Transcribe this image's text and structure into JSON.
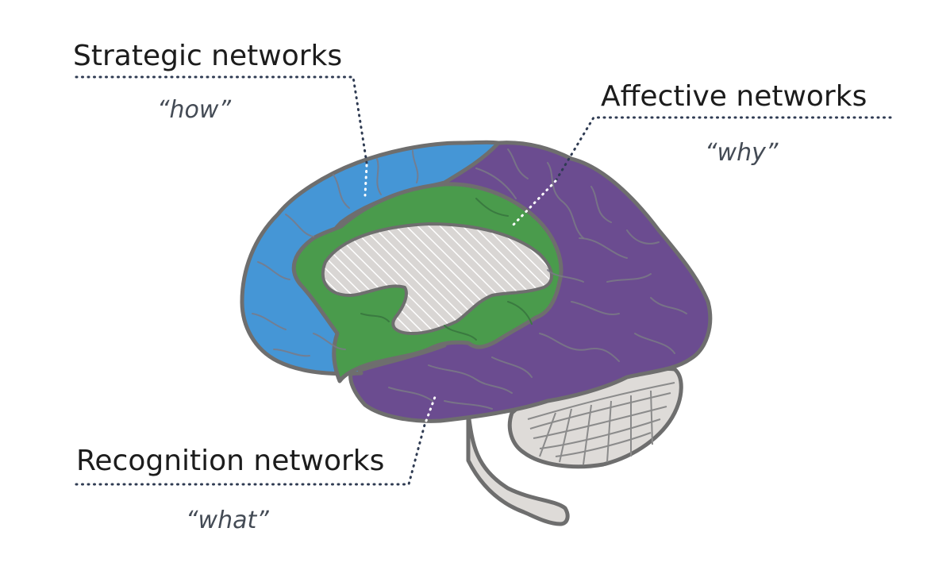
{
  "labels": {
    "strategic": {
      "title": "Strategic networks",
      "quote": "“how”"
    },
    "affective": {
      "title": "Affective networks",
      "quote": "“why”"
    },
    "recognition": {
      "title": "Recognition networks",
      "quote": "“what”"
    }
  },
  "colors": {
    "strategic": "#4596d6",
    "affective": "#6b4c90",
    "recognition": "#6b4c90",
    "limbic": "#4a9b4c",
    "corpus": "#d9d6d4",
    "cerebellum": "#dedbd8",
    "outline": "#6e6e6e",
    "leader": "#2f3b52"
  }
}
